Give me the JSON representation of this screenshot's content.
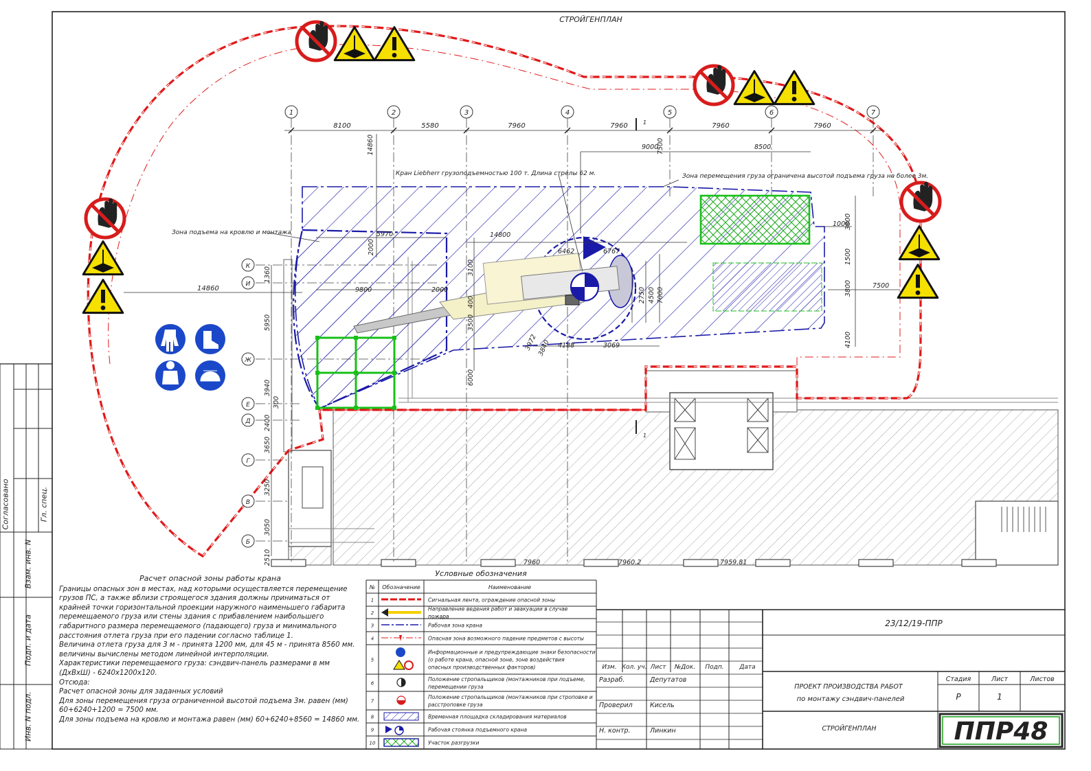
{
  "sheet": {
    "title": "СТРОЙГЕНПЛАН",
    "side_labels": [
      "Согласовано",
      "Гл. спец.",
      "Взам. инв. N",
      "Подп. и дата",
      "Инв. N подл."
    ]
  },
  "plan": {
    "axes_numbers": [
      "1",
      "2",
      "3",
      "4",
      "5",
      "6",
      "7"
    ],
    "axes_letters": [
      "К",
      "И",
      "Ж",
      "Е",
      "Д",
      "Г",
      "В",
      "Б"
    ],
    "top_dims": [
      "8100",
      "5580",
      "7960",
      "7960",
      "7960",
      "7960"
    ],
    "dims": [
      "14860",
      "9000",
      "8500",
      "7500",
      "5970",
      "2000",
      "14800",
      "9800",
      "2000",
      "3100",
      "400",
      "3500",
      "6000",
      "1000",
      "3800",
      "1500",
      "3800",
      "7500",
      "4100",
      "2750",
      "4500",
      "7000",
      "6462",
      "6767",
      "3069",
      "4188",
      "3972",
      "3840",
      "1360",
      "5950",
      "3940",
      "300",
      "2400",
      "3650",
      "3250",
      "3050",
      "2510",
      "7960",
      "7960.2",
      "7959.81"
    ],
    "crane_label": "Кран Liebherr грузоподъемностью 100 т. Длина стрелы 62 м.",
    "zone_label": "Зона перемещения груза ограничена высотой подъема груза не более 3м.",
    "roof_label": "Зона подъема на кровлю и монтажа",
    "section_mark": "1"
  },
  "calc": {
    "title": "Расчет опасной зоны работы крана",
    "paragraphs": [
      "Границы опасных зон в местах, над которыми осуществляется перемещение грузов ПС, а также вблизи строящегося здания должны приниматься от крайней точки горизонтальной проекции наружного наименьшего габарита перемещаемого груза или стены здания с прибавлением наибольшего габаритного размера перемещаемого (падающего) груза и минимального расстояния отлета груза при его падении согласно таблице 1.",
      "Величина отлета груза для 3 м - принята 1200 мм, для 45 м - принята 8560 мм. величины вычислены методом линейной интерполяции.",
      "Характеристики перемещаемого груза: сэндвич-панель размерами в мм (ДхВхШ) - 6240х1200х120.",
      "Отсюда:",
      "Расчет опасной зоны для заданных условий",
      "Для зоны перемещения груза ограниченной высотой подъема 3м. равен (мм) 60+6240+1200 = 7500 мм.",
      "Для зоны подъема на кровлю и монтажа равен (мм) 60+6240+8560 = 14860 мм."
    ]
  },
  "legend": {
    "title": "Условные обозначения",
    "headers": [
      "№",
      "Обозначение",
      "Наименование"
    ],
    "rows": [
      {
        "n": "1",
        "text": "Сигнальная лента, ограждение опасной зоны"
      },
      {
        "n": "2",
        "text": "Направление ведения работ и эвакуации в случае пожара"
      },
      {
        "n": "3",
        "text": "Рабочая зона крана"
      },
      {
        "n": "4",
        "text": "Опасная зона возможного падение предметов с высоты"
      },
      {
        "n": "5",
        "text": "Информационные и предупреждающие знаки безопасности (о работе крана, опасной зоне, зоне воздействия опасных производственных факторов)"
      },
      {
        "n": "6",
        "text": "Положение стропальщиков (монтажников при подъеме, перемещении груза"
      },
      {
        "n": "7",
        "text": "Положение стропальщиков (монтажников при строповке и расстроповке груза"
      },
      {
        "n": "8",
        "text": "Временная площадка складирования материалов"
      },
      {
        "n": "9",
        "text": "Рабочая стоянка подъемного крана"
      },
      {
        "n": "10",
        "text": "Участок разгрузки"
      }
    ]
  },
  "stamp": {
    "code": "23/12/19-ППР",
    "col_headers": [
      "Изм.",
      "Кол. уч.",
      "Лист",
      "№Док.",
      "Подп.",
      "Дата"
    ],
    "roles": [
      {
        "role": "Разраб.",
        "name": "Депутатов"
      },
      {
        "role": "Проверил",
        "name": "Кисель"
      },
      {
        "role": "Н. контр.",
        "name": "Линкин"
      }
    ],
    "project_line1": "ПРОЕКТ ПРОИЗВОДСТВА РАБОТ",
    "project_line2": "по монтажу сэндвич-панелей",
    "sheet_name": "СТРОЙГЕНПЛАН",
    "stage_headers": [
      "Стадия",
      "Лист",
      "Листов"
    ],
    "stage_values": [
      "Р",
      "1",
      ""
    ],
    "logo": "ППР48"
  },
  "colors": {
    "blue": "#1a1aa8",
    "red": "#e01818",
    "green": "#18c018",
    "line": "#333333",
    "yellow": "#f5e000",
    "gray": "#a0a0a0"
  }
}
